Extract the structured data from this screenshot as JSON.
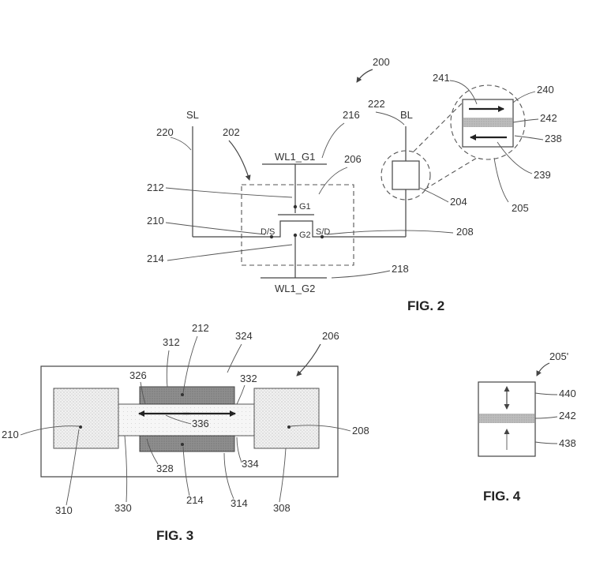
{
  "fig2": {
    "caption": "FIG. 2",
    "ref_200": "200",
    "sl": "SL",
    "bl": "BL",
    "ref_220": "220",
    "ref_202": "202",
    "ref_216": "216",
    "ref_222": "222",
    "wl1_g1": "WL1_G1",
    "wl1_g2": "WL1_G2",
    "ref_206": "206",
    "ref_212": "212",
    "ref_210": "210",
    "ref_214": "214",
    "ref_208": "208",
    "ref_218": "218",
    "ref_204": "204",
    "ref_205": "205",
    "ref_241": "241",
    "ref_240": "240",
    "ref_242": "242",
    "ref_238": "238",
    "ref_239": "239",
    "g1": "G1",
    "g2": "G2",
    "ds": "D/S",
    "sd": "S/D"
  },
  "fig3": {
    "caption": "FIG. 3",
    "ref_206": "206",
    "ref_212": "212",
    "ref_312": "312",
    "ref_324": "324",
    "ref_326": "326",
    "ref_332": "332",
    "ref_336": "336",
    "ref_210": "210",
    "ref_208": "208",
    "ref_328": "328",
    "ref_334": "334",
    "ref_310": "310",
    "ref_330": "330",
    "ref_214": "214",
    "ref_314": "314",
    "ref_308": "308"
  },
  "fig4": {
    "caption": "FIG. 4",
    "ref_205p": "205'",
    "ref_440": "440",
    "ref_242": "242",
    "ref_438": "438"
  }
}
